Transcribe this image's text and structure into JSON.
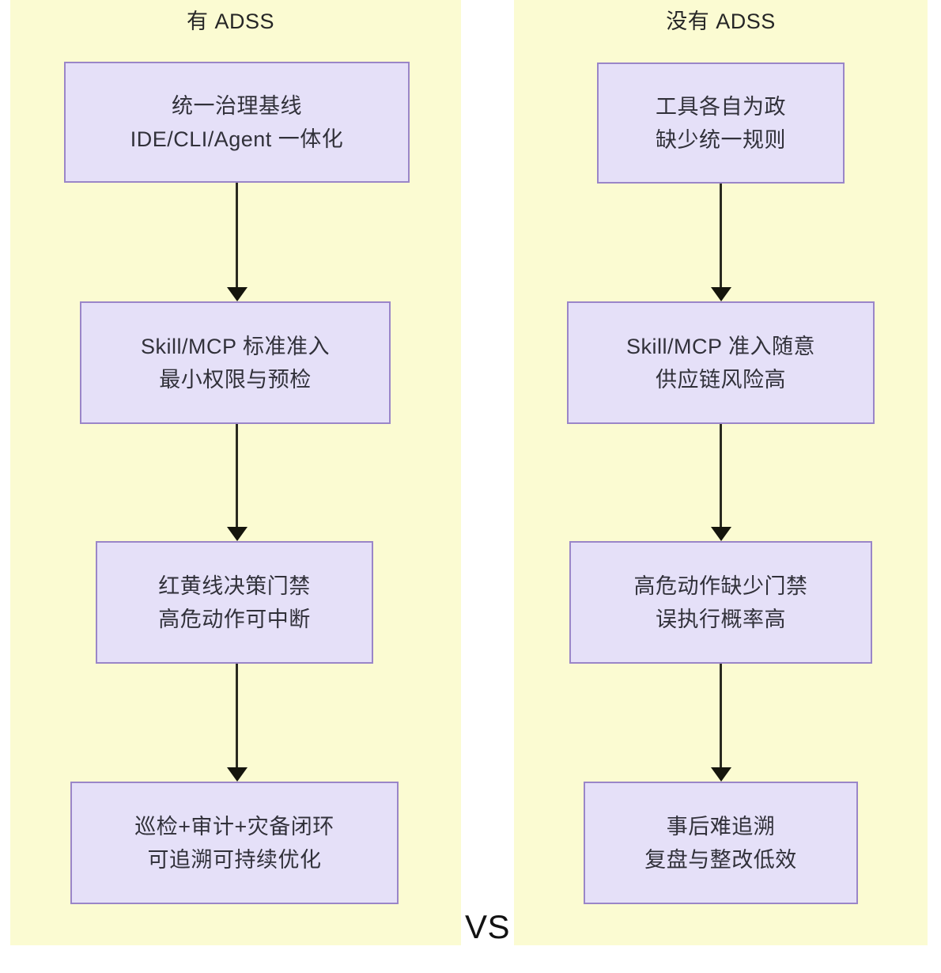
{
  "diagram": {
    "type": "comparison-flowchart",
    "background_color": "#fbfbd2",
    "node_fill_color": "#e5e0f8",
    "node_border_color": "#9a86c8",
    "arrow_color": "#15150d",
    "divider_label": "VS",
    "columns": [
      {
        "id": "with-adss",
        "title": "有 ADSS",
        "nodes": [
          {
            "line1": "统一治理基线",
            "line2": "IDE/CLI/Agent 一体化"
          },
          {
            "line1": "Skill/MCP 标准准入",
            "line2": "最小权限与预检"
          },
          {
            "line1": "红黄线决策门禁",
            "line2": "高危动作可中断"
          },
          {
            "line1": "巡检+审计+灾备闭环",
            "line2": "可追溯可持续优化"
          }
        ]
      },
      {
        "id": "without-adss",
        "title": "没有 ADSS",
        "nodes": [
          {
            "line1": "工具各自为政",
            "line2": "缺少统一规则"
          },
          {
            "line1": "Skill/MCP 准入随意",
            "line2": "供应链风险高"
          },
          {
            "line1": "高危动作缺少门禁",
            "line2": "误执行概率高"
          },
          {
            "line1": "事后难追溯",
            "line2": "复盘与整改低效"
          }
        ]
      }
    ]
  }
}
